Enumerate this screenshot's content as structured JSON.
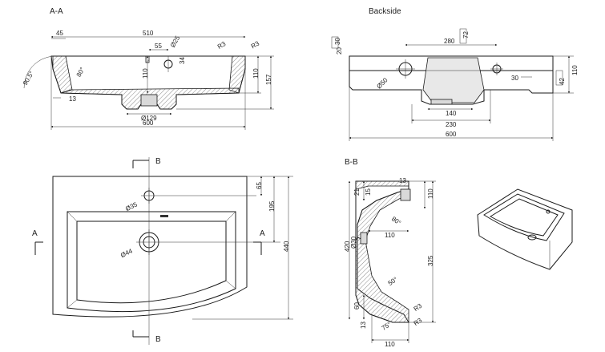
{
  "titles": {
    "section_aa": "A-A",
    "backside": "Backside",
    "section_bb": "B-B"
  },
  "section_aa": {
    "dims": {
      "d45": "45",
      "d510": "510",
      "d55": "55",
      "d25": "Ø25",
      "d34": "34",
      "r3a": "R3",
      "r3b": "R3",
      "a905": "90.5°",
      "a80": "80°",
      "d110": "110",
      "d110b": "110",
      "d157": "157",
      "d13": "13",
      "d129": "Ø129",
      "d600": "600"
    }
  },
  "backside": {
    "dims": {
      "d280": "280",
      "d72": "72",
      "d20": "20",
      "d30": "30",
      "d50": "Ø50",
      "d30b": "30",
      "d42": "42",
      "d110": "110",
      "d140": "140",
      "d230": "230",
      "d600": "600"
    }
  },
  "plan": {
    "dims": {
      "b_top": "B",
      "b_bottom": "B",
      "a_left": "A",
      "a_right": "A",
      "d35": "Ø35",
      "d44": "Ø44",
      "d65": "65",
      "d195": "195",
      "d440": "440"
    }
  },
  "section_bb": {
    "dims": {
      "d21": "21",
      "d15": "15",
      "d13top": "13",
      "d110a": "110",
      "a80": "80°",
      "d30": "Ø30",
      "d110b": "110",
      "d420": "420",
      "d325": "325",
      "a50": "50°",
      "d60": "60",
      "r3a": "R3",
      "r3b": "R3",
      "d13bot": "13",
      "a75": "75°",
      "d110c": "110"
    }
  }
}
